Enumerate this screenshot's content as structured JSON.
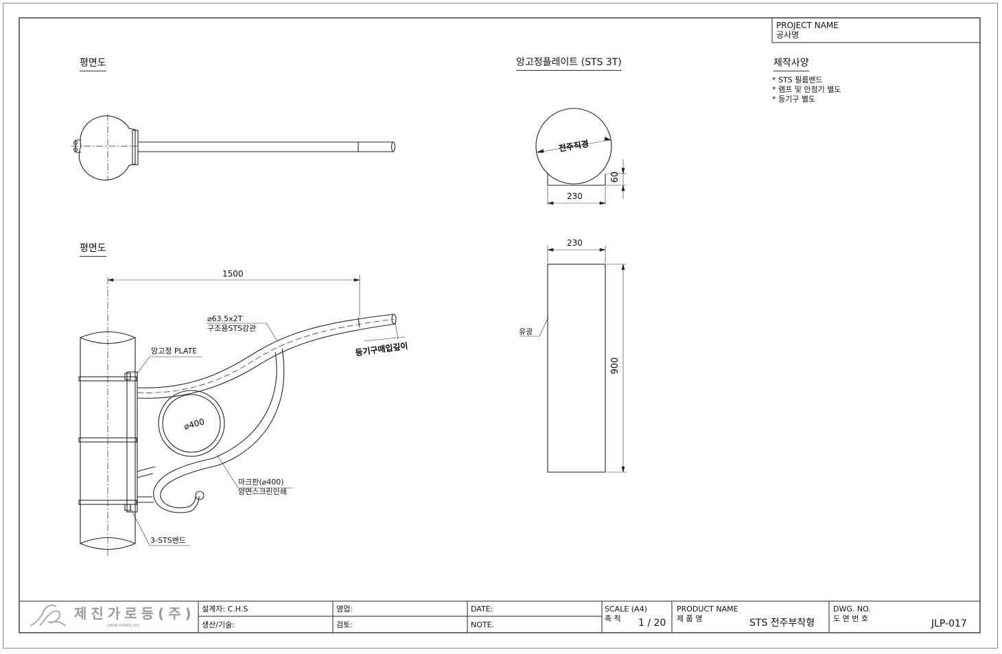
{
  "project": {
    "title_en": "PROJECT NAME",
    "title_ko": "공사명"
  },
  "views": {
    "plan_top": "평면도",
    "plan_bottom": "평면도",
    "anchor_plate": "앙고정플레이트 (STS 3T)",
    "spec_title": "제작사양"
  },
  "specs": [
    "STS 필름밴드",
    "램프 및 안정기 별도",
    "등기구 별도"
  ],
  "labels": {
    "pole_dia": "전주직경",
    "pipe_dim": "⌀63.5x2T",
    "pipe_mat": "구조용STS강관",
    "plate": "앙고정 PLATE",
    "insert_depth": "등기구매입깊이",
    "sign_dia": "⌀400",
    "sign_panel": "마크판(⌀400)",
    "sign_print": "양면스크린인쇄",
    "band": "3-STS밴드",
    "finish": "유광"
  },
  "dims": {
    "plate_w": "230",
    "plate_h": "60",
    "panel_w": "230",
    "panel_h": "900",
    "arm_len": "1500"
  },
  "titleblock": {
    "company": "제진가로등(주)",
    "company_en": "JAEJIN POWER LED",
    "designer": "설계자: C.H.S",
    "production": "생산/기술:",
    "sales": "영업:",
    "review": "검토:",
    "date": "DATE:",
    "note": "NOTE.",
    "scale_en": "SCALE (A4)",
    "scale_ko": "축 척",
    "scale_val": "1 / 20",
    "product_en": "PRODUCT NAME",
    "product_ko": "제 품 명",
    "product_val": "STS 전주부착형",
    "dwg_en": "DWG. NO.",
    "dwg_ko": "도 면 번 호",
    "dwg_val": "JLP-017"
  }
}
